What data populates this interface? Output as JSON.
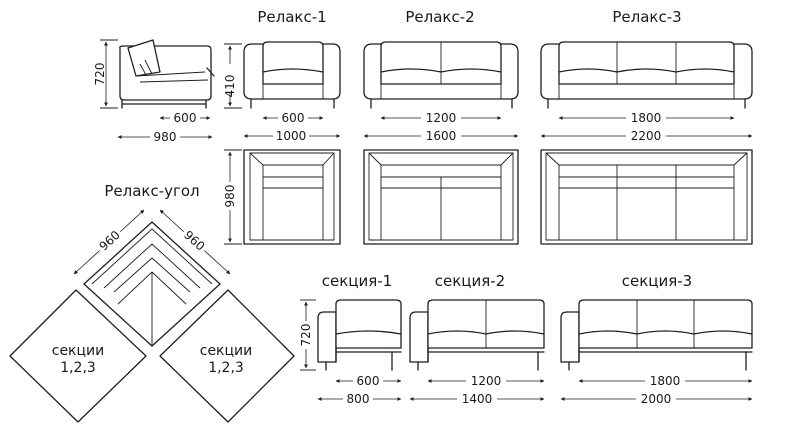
{
  "titles": {
    "relax1": "Релакс-1",
    "relax2": "Релакс-2",
    "relax3": "Релакс-3",
    "corner": "Релакс-угол",
    "section1": "секция-1",
    "section2": "секция-2",
    "section3": "секция-3"
  },
  "side_view": {
    "height": "720",
    "seat_depth": "600",
    "depth": "980"
  },
  "relax1": {
    "height": "410",
    "inner_width": "600",
    "width": "1000",
    "depth": "980"
  },
  "relax2": {
    "inner_width": "1200",
    "width": "1600"
  },
  "relax3": {
    "inner_width": "1800",
    "width": "2200"
  },
  "corner": {
    "side_a": "960",
    "side_b": "960",
    "left_label_1": "секции",
    "left_label_2": "1,2,3",
    "right_label_1": "секции",
    "right_label_2": "1,2,3"
  },
  "section1": {
    "height": "720",
    "inner_width": "600",
    "width": "800"
  },
  "section2": {
    "inner_width": "1200",
    "width": "1400"
  },
  "section3": {
    "inner_width": "1800",
    "width": "2000"
  }
}
